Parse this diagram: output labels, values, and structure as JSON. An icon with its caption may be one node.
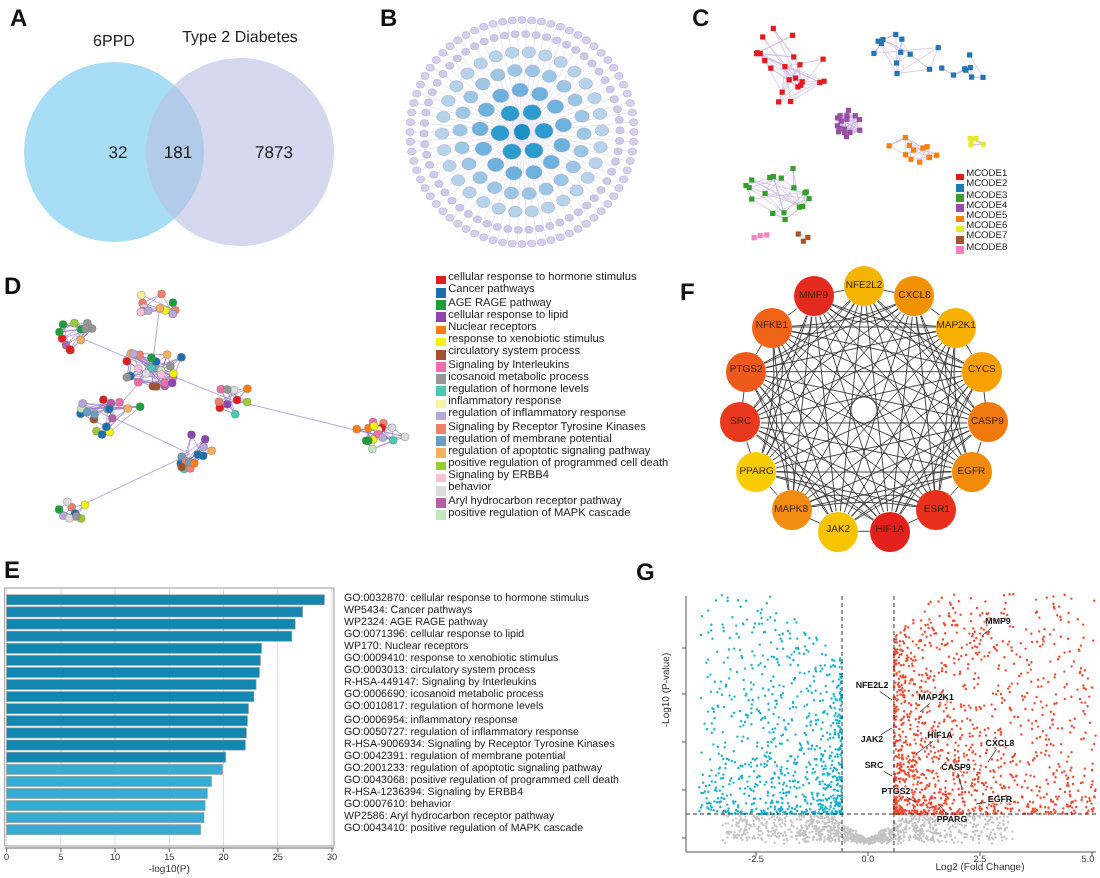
{
  "diagram": {
    "nodes": [
      {
        "text": [
          "6PPD",
          "32"
        ]
      },
      {
        "text": [
          "Type 2 Diabetes",
          "7873"
        ]
      },
      {
        "text": [
          "NFE2L2"
        ]
      },
      {
        "text": [
          "CXCL8"
        ]
      },
      {
        "text": [
          "MAP2K1"
        ]
      },
      {
        "text": [
          "CYCS"
        ]
      },
      {
        "text": [
          "CASP9"
        ]
      },
      {
        "text": [
          "EGFR"
        ]
      },
      {
        "text": [
          "ESR1"
        ]
      },
      {
        "text": [
          "HIF1A"
        ]
      },
      {
        "text": [
          "JAK2"
        ]
      },
      {
        "text": [
          "MAPK8"
        ]
      },
      {
        "text": [
          "PPARG"
        ]
      },
      {
        "text": [
          "SRC"
        ]
      },
      {
        "text": [
          "PTGS2"
        ]
      },
      {
        "text": [
          "NFKB1"
        ]
      },
      {
        "text": [
          "MMP9"
        ]
      },
      {
        "text": [
          "MMP9"
        ]
      },
      {
        "text": [
          "NFE2L2"
        ]
      },
      {
        "text": [
          "MAP2K1"
        ]
      },
      {
        "text": [
          "JAK2"
        ]
      },
      {
        "text": [
          "HIF1A"
        ]
      },
      {
        "text": [
          "SRC"
        ]
      },
      {
        "text": [
          "CXCL8"
        ]
      },
      {
        "text": [
          "CASP9"
        ]
      },
      {
        "text": [
          "PTGS2"
        ]
      },
      {
        "text": [
          "EGFR"
        ]
      },
      {
        "text": [
          "PPARG"
        ]
      }
    ],
    "edges": [
      {
        "from": 2,
        "to": 3,
        "arrow": "none"
      },
      {
        "from": 2,
        "to": 4,
        "arrow": "none"
      },
      {
        "from": 2,
        "to": 5,
        "arrow": "none"
      },
      {
        "from": 2,
        "to": 6,
        "arrow": "none"
      },
      {
        "from": 2,
        "to": 7,
        "arrow": "none"
      },
      {
        "from": 2,
        "to": 8,
        "arrow": "none"
      },
      {
        "from": 2,
        "to": 9,
        "arrow": "none"
      },
      {
        "from": 2,
        "to": 10,
        "arrow": "none"
      },
      {
        "from": 2,
        "to": 11,
        "arrow": "none"
      },
      {
        "from": 2,
        "to": 12,
        "arrow": "none"
      },
      {
        "from": 2,
        "to": 13,
        "arrow": "none"
      },
      {
        "from": 2,
        "to": 14,
        "arrow": "none"
      },
      {
        "from": 2,
        "to": 15,
        "arrow": "none"
      },
      {
        "from": 2,
        "to": 16,
        "arrow": "none"
      },
      {
        "from": 3,
        "to": 4,
        "arrow": "none"
      },
      {
        "from": 3,
        "to": 5,
        "arrow": "none"
      },
      {
        "from": 3,
        "to": 6,
        "arrow": "none"
      },
      {
        "from": 3,
        "to": 7,
        "arrow": "none"
      },
      {
        "from": 3,
        "to": 8,
        "arrow": "none"
      },
      {
        "from": 3,
        "to": 9,
        "arrow": "none"
      },
      {
        "from": 3,
        "to": 10,
        "arrow": "none"
      },
      {
        "from": 3,
        "to": 11,
        "arrow": "none"
      },
      {
        "from": 3,
        "to": 12,
        "arrow": "none"
      },
      {
        "from": 3,
        "to": 13,
        "arrow": "none"
      },
      {
        "from": 3,
        "to": 14,
        "arrow": "none"
      },
      {
        "from": 3,
        "to": 15,
        "arrow": "none"
      },
      {
        "from": 3,
        "to": 16,
        "arrow": "none"
      },
      {
        "from": 4,
        "to": 5,
        "arrow": "none"
      },
      {
        "from": 4,
        "to": 6,
        "arrow": "none"
      },
      {
        "from": 4,
        "to": 7,
        "arrow": "none"
      },
      {
        "from": 4,
        "to": 8,
        "arrow": "none"
      },
      {
        "from": 4,
        "to": 9,
        "arrow": "none"
      },
      {
        "from": 4,
        "to": 10,
        "arrow": "none"
      },
      {
        "from": 4,
        "to": 11,
        "arrow": "none"
      },
      {
        "from": 4,
        "to": 12,
        "arrow": "none"
      },
      {
        "from": 4,
        "to": 13,
        "arrow": "none"
      },
      {
        "from": 4,
        "to": 14,
        "arrow": "none"
      },
      {
        "from": 4,
        "to": 15,
        "arrow": "none"
      },
      {
        "from": 4,
        "to": 16,
        "arrow": "none"
      },
      {
        "from": 5,
        "to": 6,
        "arrow": "none"
      },
      {
        "from": 5,
        "to": 7,
        "arrow": "none"
      },
      {
        "from": 5,
        "to": 8,
        "arrow": "none"
      },
      {
        "from": 5,
        "to": 9,
        "arrow": "none"
      },
      {
        "from": 5,
        "to": 10,
        "arrow": "none"
      },
      {
        "from": 5,
        "to": 11,
        "arrow": "none"
      },
      {
        "from": 5,
        "to": 12,
        "arrow": "none"
      },
      {
        "from": 5,
        "to": 13,
        "arrow": "none"
      },
      {
        "from": 5,
        "to": 14,
        "arrow": "none"
      },
      {
        "from": 5,
        "to": 15,
        "arrow": "none"
      },
      {
        "from": 5,
        "to": 16,
        "arrow": "none"
      },
      {
        "from": 6,
        "to": 7,
        "arrow": "none"
      },
      {
        "from": 6,
        "to": 8,
        "arrow": "none"
      },
      {
        "from": 6,
        "to": 9,
        "arrow": "none"
      },
      {
        "from": 6,
        "to": 10,
        "arrow": "none"
      },
      {
        "from": 6,
        "to": 11,
        "arrow": "none"
      },
      {
        "from": 6,
        "to": 12,
        "arrow": "none"
      },
      {
        "from": 6,
        "to": 13,
        "arrow": "none"
      },
      {
        "from": 6,
        "to": 14,
        "arrow": "none"
      },
      {
        "from": 6,
        "to": 15,
        "arrow": "none"
      },
      {
        "from": 6,
        "to": 16,
        "arrow": "none"
      },
      {
        "from": 7,
        "to": 8,
        "arrow": "none"
      },
      {
        "from": 7,
        "to": 9,
        "arrow": "none"
      },
      {
        "from": 7,
        "to": 10,
        "arrow": "none"
      },
      {
        "from": 7,
        "to": 11,
        "arrow": "none"
      },
      {
        "from": 7,
        "to": 12,
        "arrow": "none"
      },
      {
        "from": 7,
        "to": 13,
        "arrow": "none"
      },
      {
        "from": 7,
        "to": 14,
        "arrow": "none"
      },
      {
        "from": 7,
        "to": 15,
        "arrow": "none"
      },
      {
        "from": 7,
        "to": 16,
        "arrow": "none"
      },
      {
        "from": 8,
        "to": 9,
        "arrow": "none"
      },
      {
        "from": 8,
        "to": 10,
        "arrow": "none"
      },
      {
        "from": 8,
        "to": 11,
        "arrow": "none"
      },
      {
        "from": 8,
        "to": 12,
        "arrow": "none"
      },
      {
        "from": 8,
        "to": 13,
        "arrow": "none"
      },
      {
        "from": 8,
        "to": 14,
        "arrow": "none"
      },
      {
        "from": 8,
        "to": 15,
        "arrow": "none"
      },
      {
        "from": 8,
        "to": 16,
        "arrow": "none"
      },
      {
        "from": 9,
        "to": 10,
        "arrow": "none"
      },
      {
        "from": 9,
        "to": 11,
        "arrow": "none"
      },
      {
        "from": 9,
        "to": 12,
        "arrow": "none"
      },
      {
        "from": 9,
        "to": 13,
        "arrow": "none"
      },
      {
        "from": 9,
        "to": 14,
        "arrow": "none"
      },
      {
        "from": 9,
        "to": 15,
        "arrow": "none"
      },
      {
        "from": 9,
        "to": 16,
        "arrow": "none"
      },
      {
        "from": 10,
        "to": 11,
        "arrow": "none"
      },
      {
        "from": 10,
        "to": 12,
        "arrow": "none"
      },
      {
        "from": 10,
        "to": 13,
        "arrow": "none"
      },
      {
        "from": 10,
        "to": 14,
        "arrow": "none"
      },
      {
        "from": 10,
        "to": 15,
        "arrow": "none"
      },
      {
        "from": 10,
        "to": 16,
        "arrow": "none"
      },
      {
        "from": 11,
        "to": 12,
        "arrow": "none"
      },
      {
        "from": 11,
        "to": 13,
        "arrow": "none"
      },
      {
        "from": 11,
        "to": 14,
        "arrow": "none"
      },
      {
        "from": 11,
        "to": 15,
        "arrow": "none"
      },
      {
        "from": 11,
        "to": 16,
        "arrow": "none"
      },
      {
        "from": 12,
        "to": 13,
        "arrow": "none"
      },
      {
        "from": 12,
        "to": 14,
        "arrow": "none"
      },
      {
        "from": 12,
        "to": 15,
        "arrow": "none"
      },
      {
        "from": 12,
        "to": 16,
        "arrow": "none"
      },
      {
        "from": 13,
        "to": 14,
        "arrow": "none"
      },
      {
        "from": 13,
        "to": 15,
        "arrow": "none"
      },
      {
        "from": 13,
        "to": 16,
        "arrow": "none"
      },
      {
        "from": 14,
        "to": 15,
        "arrow": "none"
      },
      {
        "from": 14,
        "to": 16,
        "arrow": "none"
      },
      {
        "from": 15,
        "to": 16,
        "arrow": "none"
      },
      {
        "from": 17,
        "to": null,
        "arrow": "none"
      },
      {
        "from": 18,
        "to": null,
        "arrow": "none"
      },
      {
        "from": 19,
        "to": null,
        "arrow": "none"
      },
      {
        "from": 20,
        "to": null,
        "arrow": "none"
      },
      {
        "from": 21,
        "to": null,
        "arrow": "none"
      },
      {
        "from": 22,
        "to": null,
        "arrow": "none"
      },
      {
        "from": 23,
        "to": null,
        "arrow": "none"
      },
      {
        "from": 24,
        "to": null,
        "arrow": "none"
      },
      {
        "from": 25,
        "to": null,
        "arrow": "none"
      },
      {
        "from": 26,
        "to": null,
        "arrow": "none"
      },
      {
        "from": 27,
        "to": null,
        "arrow": "none"
      }
    ],
    "labels": [
      "A",
      "B",
      "C",
      "D",
      "E",
      "F",
      "G",
      "181",
      "Log2 (Fold Change)",
      "-Log10 (P-value)",
      "-2.5",
      "0.0",
      "2.5",
      "5.0"
    ],
    "legend": [
      {
        "text": "MCODE1",
        "color": "#e41a1c"
      },
      {
        "text": "MCODE2",
        "color": "#1f78b4"
      },
      {
        "text": "MCODE3",
        "color": "#33a02c"
      },
      {
        "text": "MCODE4",
        "color": "#984ea3"
      },
      {
        "text": "MCODE5",
        "color": "#ff7f00"
      },
      {
        "text": "MCODE6",
        "color": "#e8e830"
      },
      {
        "text": "MCODE7",
        "color": "#a65628"
      },
      {
        "text": "MCODE8",
        "color": "#f781bf"
      },
      {
        "text": "cellular response to hormone stimulus",
        "color": "#e41a1c"
      },
      {
        "text": "Cancer pathways",
        "color": "#1a6faf"
      },
      {
        "text": "AGE RAGE pathway",
        "color": "#1b9e3a"
      },
      {
        "text": "cellular response to lipid",
        "color": "#8e44ad"
      },
      {
        "text": "Nuclear receptors",
        "color": "#ff7f0e"
      },
      {
        "text": "response to xenobiotic stimulus",
        "color": "#f2f20c"
      },
      {
        "text": "circulatory system process",
        "color": "#a0522d"
      },
      {
        "text": "Signaling by Interleukins",
        "color": "#f06ea9"
      },
      {
        "text": "icosanoid metabolic process",
        "color": "#969696"
      },
      {
        "text": "regulation of hormone levels",
        "color": "#48c9b0"
      },
      {
        "text": "inflammatory response",
        "color": "#f5f5a0"
      },
      {
        "text": "regulation of inflammatory response",
        "color": "#b8a8d8"
      },
      {
        "text": "Signaling by Receptor Tyrosine Kinases",
        "color": "#f27f6e"
      },
      {
        "text": "regulation of membrane potential",
        "color": "#6a9fbf"
      },
      {
        "text": "regulation of apoptotic signaling pathway",
        "color": "#f7b05b"
      },
      {
        "text": "positive regulation of programmed cell death",
        "color": "#9acd32"
      },
      {
        "text": "Signaling by ERBB4",
        "color": "#f9c0d8"
      },
      {
        "text": "behavior",
        "color": "#dcdcdc"
      },
      {
        "text": "Aryl hydrocarbon receptor pathway",
        "color": "#b45fa8"
      },
      {
        "text": "positive regulation of MAPK cascade",
        "color": "#c5e6c0"
      }
    ],
    "chart_data": {
      "type": "bar",
      "orientation": "horizontal",
      "stacked": true,
      "grid": true,
      "xlabel": "-log10(P)",
      "xticks": [
        0,
        5,
        10,
        15,
        20,
        25,
        30
      ],
      "xlim": [
        0,
        30
      ],
      "categories": [
        "GO:0032870: cellular response to hormone stimulus",
        "WP5434: Cancer pathways",
        "WP2324: AGE RAGE pathway",
        "GO:0071396: cellular response to lipid",
        "WP170: Nuclear receptors",
        "GO:0009410: response to xenobiotic stimulus",
        "GO:0003013: circulatory system process",
        "R-HSA-449147: Signaling by Interleukins",
        "GO:0006690: icosanoid metabolic process",
        "GO:0010817: regulation of hormone levels",
        "GO:0006954: inflammatory response",
        "GO:0050727: regulation of inflammatory response",
        "R-HSA-9006934: Signaling by Receptor Tyrosine Kinases",
        "GO:0042391: regulation of membrane potential",
        "GO:2001233: regulation of apoptotic signaling pathway",
        "GO:0043068: positive regulation of programmed cell death",
        "R-HSA-1236394: Signaling by ERBB4",
        "GO:0007610: behavior",
        "WP2586: Aryl hydrocarbon receptor pathway",
        "GO:0043410: positive regulation of MAPK cascade"
      ],
      "series": [
        {
          "color": "#1487b0",
          "values": [
            29.3,
            27.3,
            26.6,
            26.3,
            23.5,
            23.4,
            23.3,
            23.0,
            22.8,
            22.3,
            22.2,
            22.1,
            22.0,
            20.2,
            null,
            null,
            null,
            null,
            null,
            null
          ]
        },
        {
          "color": "#35acd2",
          "values": [
            null,
            null,
            null,
            null,
            null,
            null,
            null,
            null,
            null,
            null,
            null,
            null,
            null,
            null,
            19.9,
            18.9,
            18.5,
            18.3,
            18.2,
            17.9
          ]
        }
      ]
    }
  }
}
